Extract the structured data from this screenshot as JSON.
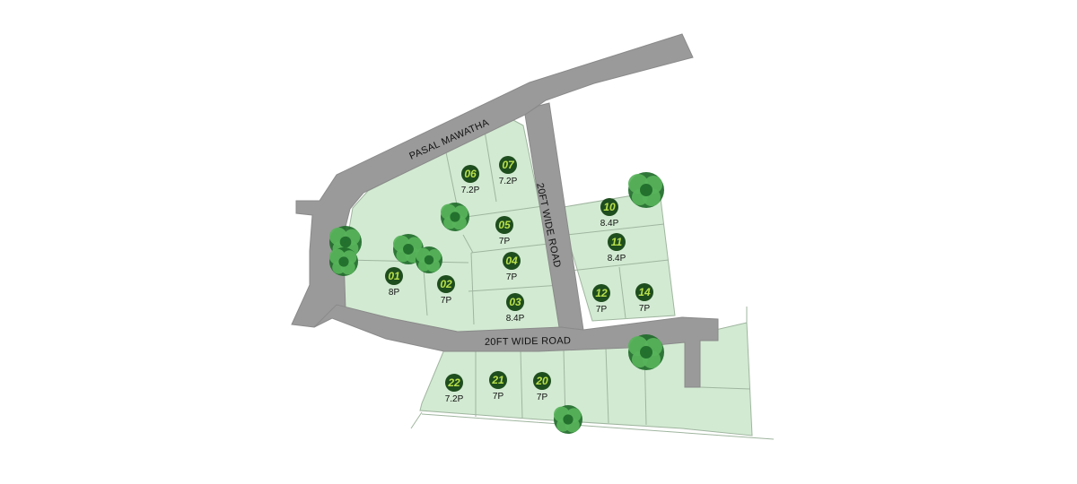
{
  "roads": {
    "main": "PASAL MAWATHA",
    "side": "20FT WIDE ROAD",
    "lower": "20FT WIDE ROAD"
  },
  "plots": [
    {
      "id": "01",
      "size": "8P"
    },
    {
      "id": "02",
      "size": "7P"
    },
    {
      "id": "03",
      "size": "8.4P"
    },
    {
      "id": "04",
      "size": "7P"
    },
    {
      "id": "05",
      "size": "7P"
    },
    {
      "id": "06",
      "size": "7.2P"
    },
    {
      "id": "07",
      "size": "7.2P"
    },
    {
      "id": "10",
      "size": "8.4P"
    },
    {
      "id": "11",
      "size": "8.4P"
    },
    {
      "id": "12",
      "size": "7P"
    },
    {
      "id": "14",
      "size": "7P"
    },
    {
      "id": "20",
      "size": "7P"
    },
    {
      "id": "21",
      "size": "7P"
    },
    {
      "id": "22",
      "size": "7.2P"
    }
  ],
  "colors": {
    "land": "#d2ead2",
    "road": "#9a9a9a",
    "road_edge": "#8a8a8a",
    "lines": "#9fb59f",
    "badge": "#1e4d1e",
    "badge_text": "#b8e04a",
    "tree_dark": "#1f6b2a",
    "tree_light": "#58b35a"
  }
}
